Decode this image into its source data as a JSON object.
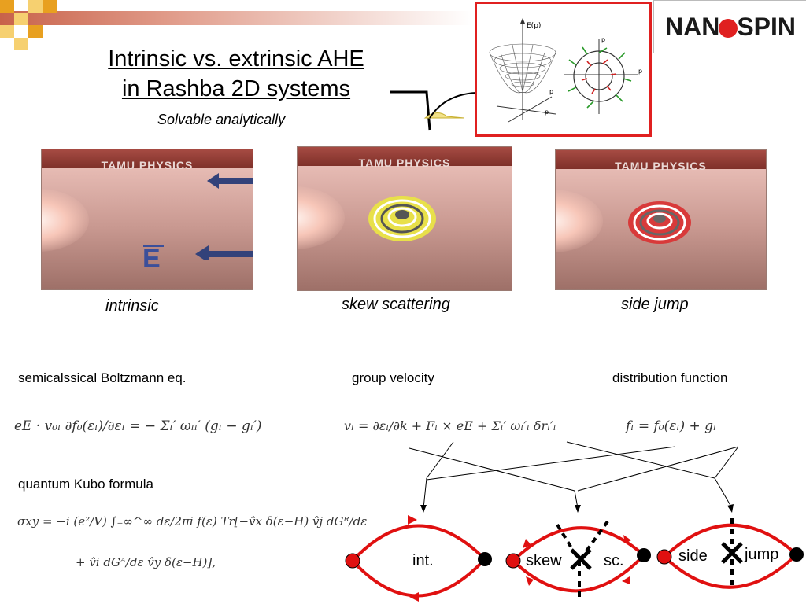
{
  "slide": {
    "title_line1": "Intrinsic vs. extrinsic AHE",
    "title_line2": "in Rashba 2D systems",
    "subtitle": "Solvable analytically",
    "logo": {
      "text_left": "NAN",
      "text_right": "SPIN",
      "brand_color": "#e02020"
    },
    "figure": {
      "energy_axis": "E(p)",
      "py_label": "p",
      "py_sub": "y",
      "px_label": "p",
      "px_sub": "x"
    }
  },
  "panels": [
    {
      "banner": "TAMU PHYSICS",
      "caption": "intrinsic",
      "field_label": "E"
    },
    {
      "banner": "TAMU PHYSICS",
      "caption": "skew scattering"
    },
    {
      "banner": "TAMU PHYSICS",
      "caption": "side jump"
    }
  ],
  "labels": {
    "boltzmann": "semicalssical Boltzmann eq.",
    "group_velocity": "group velocity",
    "distribution": "distribution function",
    "kubo": "quantum Kubo formula"
  },
  "equations": {
    "boltzmann": "eE · v₀ₗ ∂f₀(εₗ)/∂εₗ = − Σₗ′ ωₗₗ′ (gₗ − gₗ′)",
    "velocity": "vₗ = ∂εₗ/∂k + Fₗ × eE + Σₗ′ ωₗ′ₗ δrₗ′ₗ",
    "distribution": "fₗ = f₀(εₗ) + gₗ",
    "kubo_line1": "σxy = −i (e²/V) ∫₋∞^∞ dε/2πi f(ε) Tr[−v̂x δ(ε−H) v̂j dGᴿ/dε",
    "kubo_line2": "+ v̂i dGᴬ/dε v̂y δ(ε−H)],"
  },
  "diagrams": {
    "int_label": "int.",
    "skew_label": "skew",
    "sc_label": "sc.",
    "side_label": "side",
    "jump_label": "jump",
    "line_color": "#e01010"
  }
}
